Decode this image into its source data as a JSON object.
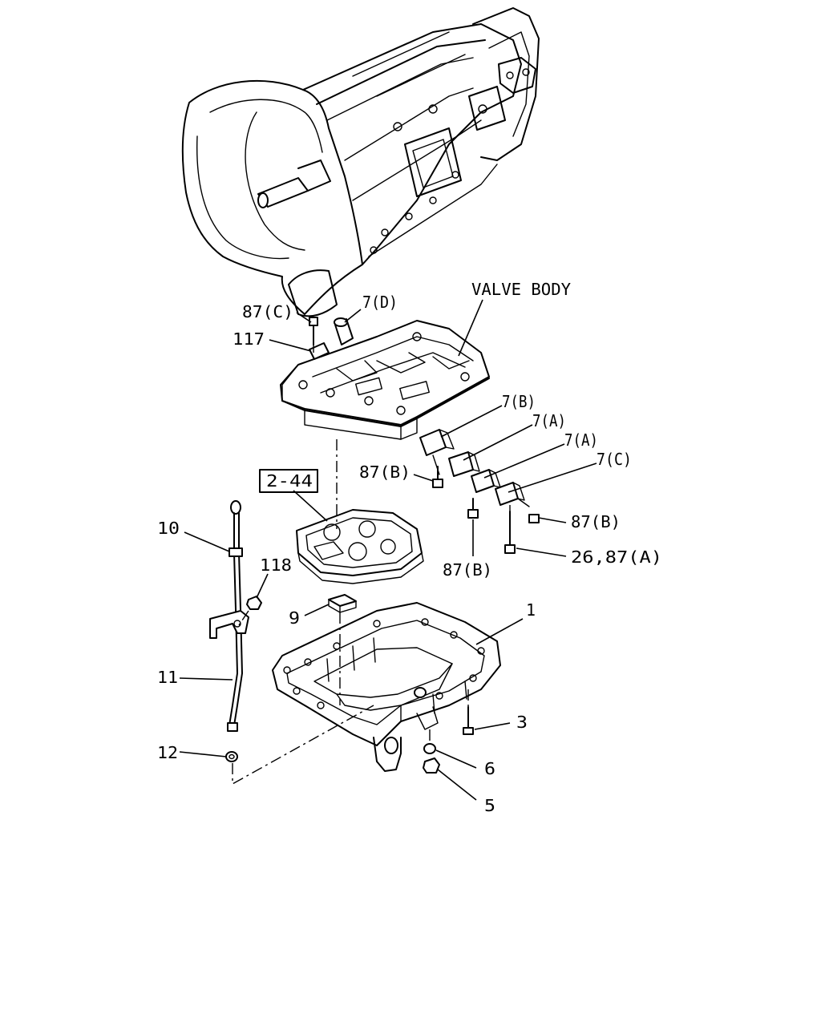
{
  "labels": {
    "valve_body": "VALVE BODY",
    "p87c": "87(C)",
    "p7d": "7(D)",
    "p117": "117",
    "p7b": "7(B)",
    "p7a1": "7(A)",
    "p7a2": "7(A)",
    "p7c": "7(C)",
    "p87b_left": "87(B)",
    "p87b_right": "87(B)",
    "p87b_bottom": "87(B)",
    "p26_87a": "26,87(A)",
    "p2_44": "2-44",
    "p10": "10",
    "p118": "118",
    "p9": "9",
    "p1": "1",
    "p11": "11",
    "p3": "3",
    "p12": "12",
    "p6": "6",
    "p5": "5"
  }
}
